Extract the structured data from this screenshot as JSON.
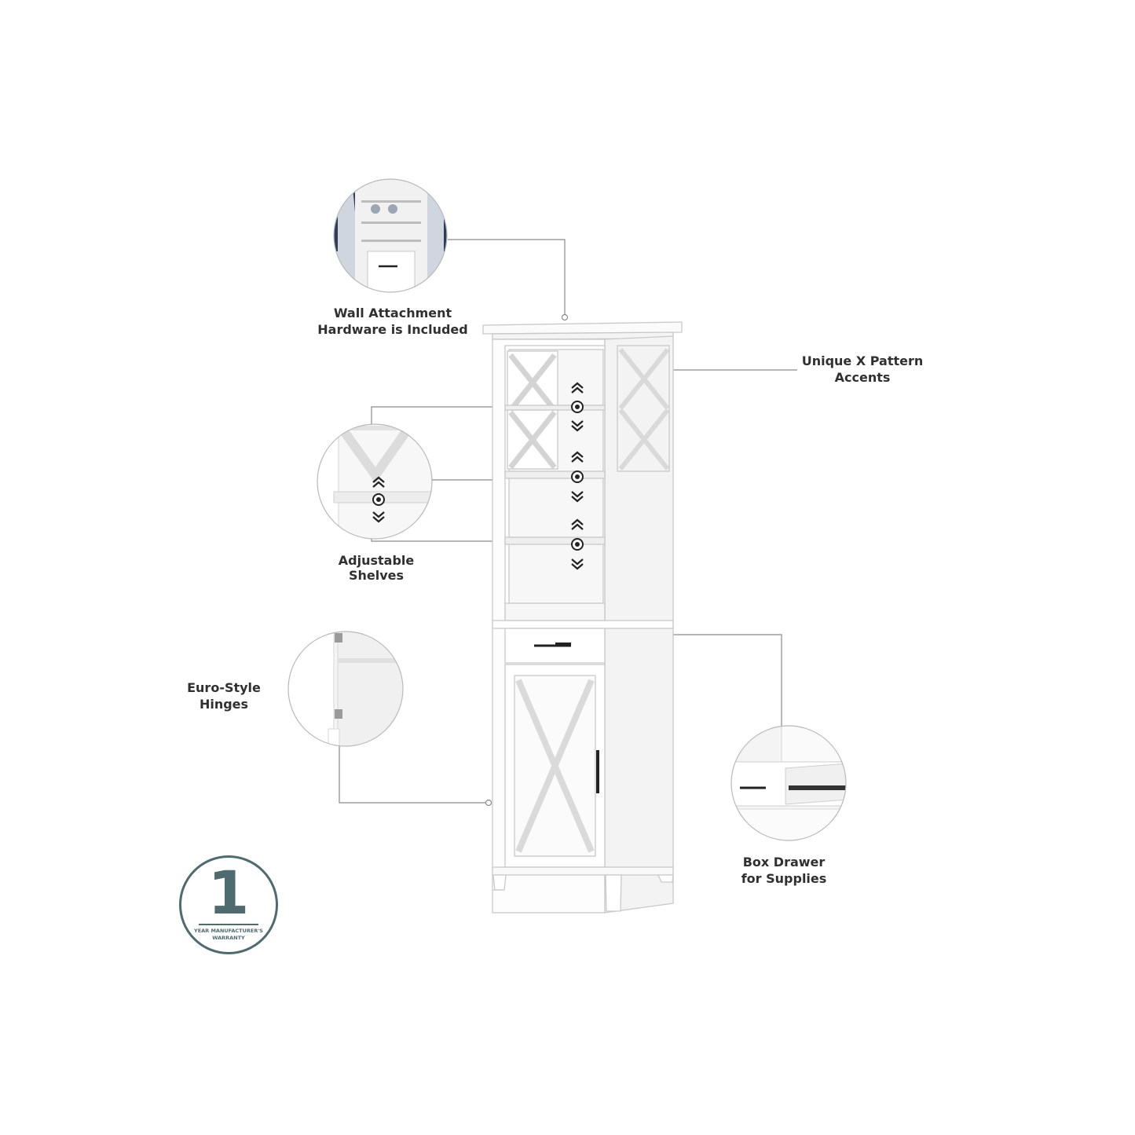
{
  "callouts": {
    "wall_attachment": [
      "Wall Attachment",
      "Hardware is Included"
    ],
    "x_pattern": [
      "Unique X Pattern",
      "Accents"
    ],
    "shelves": [
      "Adjustable",
      "Shelves"
    ],
    "hinges": [
      "Euro-Style",
      "Hinges"
    ],
    "drawer": [
      "Box Drawer",
      "for Supplies"
    ]
  },
  "warranty": {
    "number": "1",
    "line1": "YEAR MANUFACTURER'S",
    "line2": "WARRANTY"
  },
  "colors": {
    "cabinet": "#ffffff",
    "outline": "#c9c9c9",
    "callout_line": "#8a8a8a",
    "badge": "#4e6b70",
    "hardware": "#222222"
  },
  "icons": [
    "adjust-arrows-icon",
    "adjust-dot-icon"
  ]
}
